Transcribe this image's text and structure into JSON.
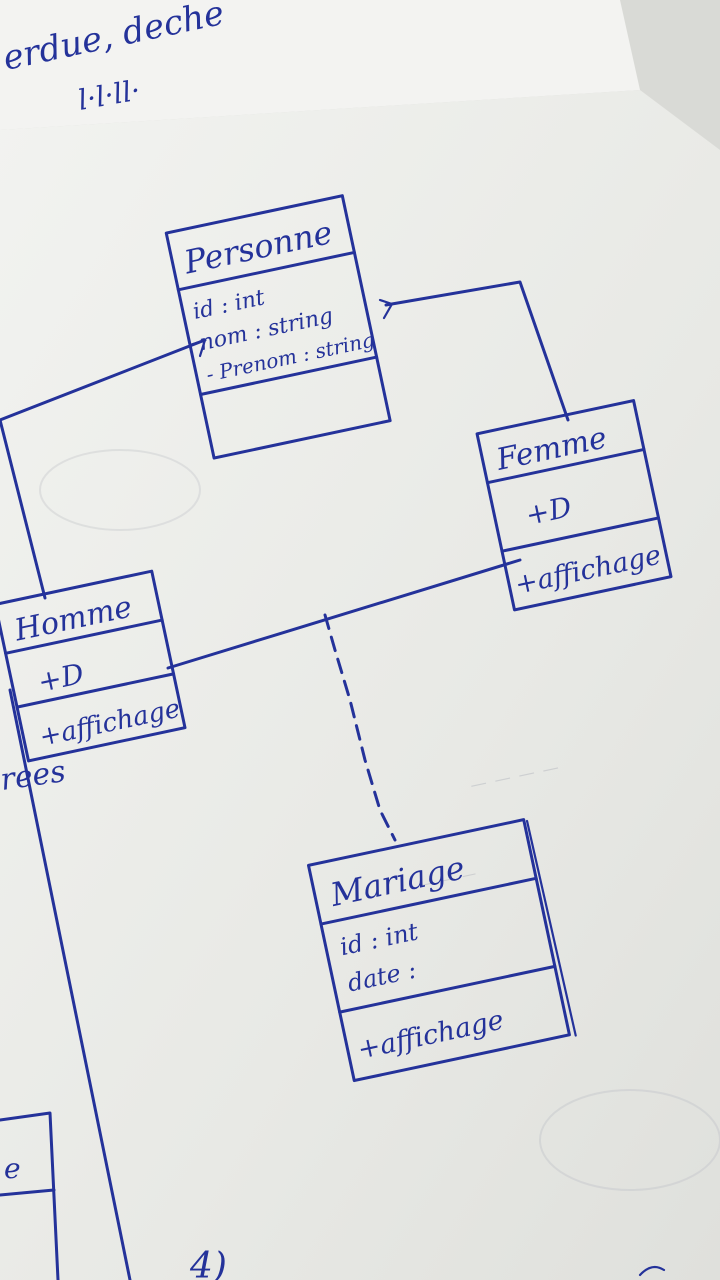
{
  "top_sheet": {
    "line1": "erdue, deche",
    "line2": "l·l·ll·"
  },
  "classes": {
    "personne": {
      "name": "Personne",
      "attributes": [
        "id : int",
        "nom : string",
        "- Prenom : string"
      ]
    },
    "femme": {
      "name": "Femme",
      "attributes": [
        "+D"
      ],
      "methods": [
        "+affichage"
      ]
    },
    "homme": {
      "name": "Homme",
      "attributes": [
        "+D"
      ],
      "methods": [
        "+affichage"
      ]
    },
    "mariage": {
      "name": "Mariage",
      "attributes": [
        "id : int",
        "date :"
      ],
      "methods": [
        "+affichage"
      ]
    }
  },
  "margin_text": {
    "rees": "rees",
    "lower_box": "e",
    "number": "4)"
  },
  "colors": {
    "ink": "#24329a",
    "paper": "#eaebe7",
    "back_paper": "#f1f1ee",
    "background": "#d9dad6"
  }
}
